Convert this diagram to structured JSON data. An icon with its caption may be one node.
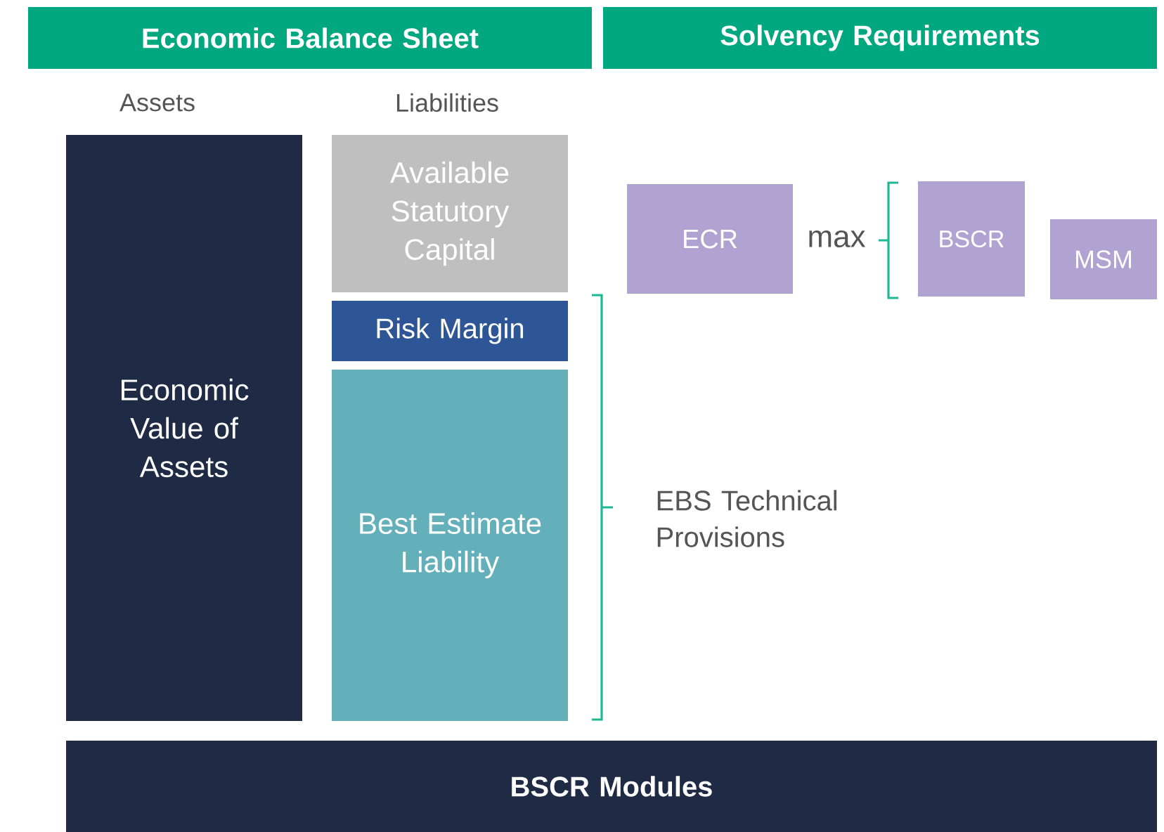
{
  "diagram": {
    "nodes": [
      {
        "text": [
          "Economic Balance Sheet"
        ]
      },
      {
        "text": [
          "Solvency Requirements"
        ]
      },
      {
        "text": [
          "Economic Value of Assets"
        ]
      },
      {
        "text": [
          "Available Statutory Capital"
        ]
      },
      {
        "text": [
          "Risk Margin"
        ]
      },
      {
        "text": [
          "Best Estimate Liability"
        ]
      },
      {
        "text": [
          "ECR"
        ]
      },
      {
        "text": [
          "BSCR"
        ]
      },
      {
        "text": [
          "MSM"
        ]
      },
      {
        "text": [
          "BSCR Modules"
        ]
      }
    ],
    "labels": [
      "Assets",
      "Liabilities",
      "max",
      "EBS Technical Provisions"
    ]
  }
}
